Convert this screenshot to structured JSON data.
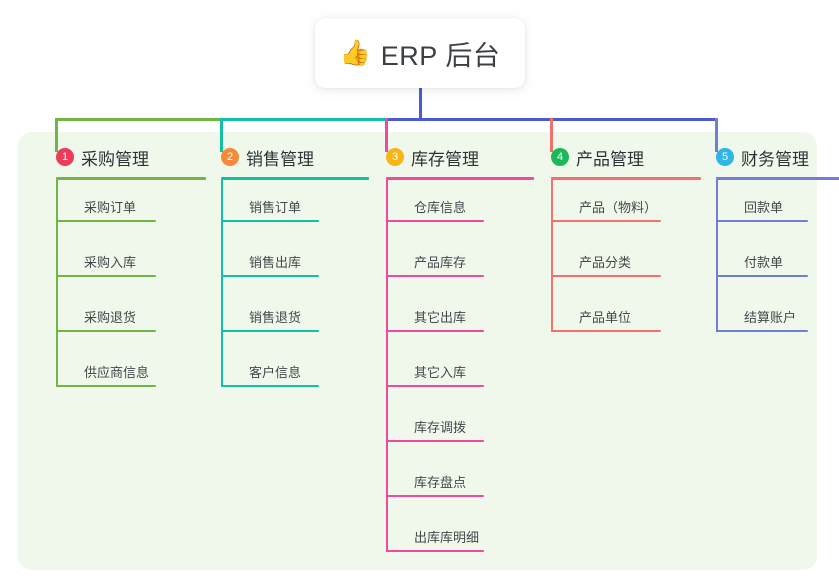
{
  "page": {
    "background": "#ffffff",
    "panel_color": "#eff8ea"
  },
  "root": {
    "icon": "thumbs-up-icon",
    "icon_glyph": "👍",
    "title": "ERP 后台",
    "stem_color": "#4c5bd4"
  },
  "bus": {
    "segments": [
      {
        "name": "bus-green",
        "color": "#73b542"
      },
      {
        "name": "bus-teal",
        "color": "#13bfa6"
      },
      {
        "name": "bus-purple",
        "color": "#4c5bd4"
      }
    ]
  },
  "columns": [
    {
      "number": "1",
      "label": "采购管理",
      "badge_color": "#ec3b5b",
      "line_color": "#73b542",
      "drop_color": "#73b542",
      "items": [
        "采购订单",
        "采购入库",
        "采购退货",
        "供应商信息"
      ]
    },
    {
      "number": "2",
      "label": "销售管理",
      "badge_color": "#f58a38",
      "line_color": "#13bfa6",
      "drop_color": "#13bfa6",
      "items": [
        "销售订单",
        "销售出库",
        "销售退货",
        "客户信息"
      ]
    },
    {
      "number": "3",
      "label": "库存管理",
      "badge_color": "#f9b418",
      "line_color": "#ec4ba0",
      "drop_color": "#ec4ba0",
      "items": [
        "仓库信息",
        "产品库存",
        "其它出库",
        "其它入库",
        "库存调拨",
        "库存盘点",
        "出库库明细"
      ]
    },
    {
      "number": "4",
      "label": "产品管理",
      "badge_color": "#1cb85c",
      "line_color": "#f4706a",
      "drop_color": "#f4706a",
      "items": [
        "产品（物料）",
        "产品分类",
        "产品单位"
      ]
    },
    {
      "number": "5",
      "label": "财务管理",
      "badge_color": "#2fb6e8",
      "line_color": "#6f7fd8",
      "drop_color": "#6f7fd8",
      "items": [
        "回款单",
        "付款单",
        "结算账户"
      ]
    }
  ]
}
